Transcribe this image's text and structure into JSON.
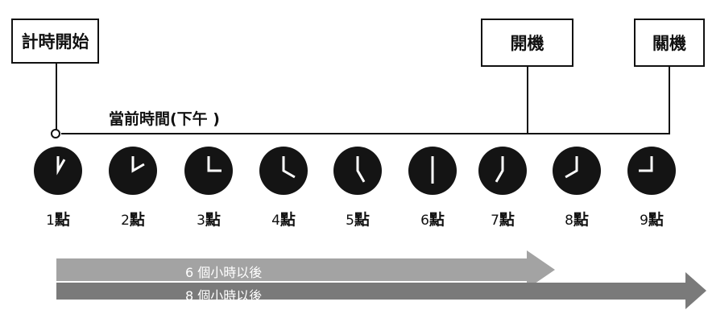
{
  "timeline": {
    "start_label": "計時開始",
    "power_on_label": "開機",
    "power_off_label": "關機",
    "current_time_label": "當前時間(下午 )"
  },
  "hours": [
    {
      "num": "1",
      "unit": "點",
      "hour": 1
    },
    {
      "num": "2",
      "unit": "點",
      "hour": 2
    },
    {
      "num": "3",
      "unit": "點",
      "hour": 3
    },
    {
      "num": "4",
      "unit": "點",
      "hour": 4
    },
    {
      "num": "5",
      "unit": "點",
      "hour": 5
    },
    {
      "num": "6",
      "unit": "點",
      "hour": 6
    },
    {
      "num": "7",
      "unit": "點",
      "hour": 7
    },
    {
      "num": "8",
      "unit": "點",
      "hour": 8
    },
    {
      "num": "9",
      "unit": "點",
      "hour": 9
    }
  ],
  "arrows": [
    {
      "label": "6 個小時以後",
      "color": "#a3a3a3",
      "hours": 6
    },
    {
      "label": "8 個小時以後",
      "color": "#7a7a7a",
      "hours": 8
    }
  ],
  "colors": {
    "clock_face": "#141414",
    "clock_hand": "#ffffff",
    "line": "#111111"
  }
}
